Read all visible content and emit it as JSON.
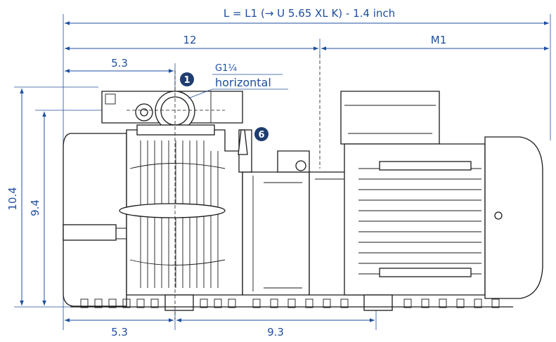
{
  "dimensions": {
    "overall_length": "L =  L1 (→ U 5.65 XL K) - 1.4 inch",
    "pump_length": "12",
    "motor_length": "M1",
    "inlet_offset": "5.3",
    "height_total": "10.4",
    "height_inner": "9.4",
    "foot_left": "5.3",
    "foot_span": "9.3"
  },
  "callouts": {
    "inlet_number": "1",
    "inlet_thread": "G1¼",
    "inlet_orientation": "horizontal",
    "part6_number": "6"
  },
  "colors": {
    "dimension": "#1f4e9e",
    "line": "#1a1a1a",
    "badge": "#1f3d6e"
  }
}
